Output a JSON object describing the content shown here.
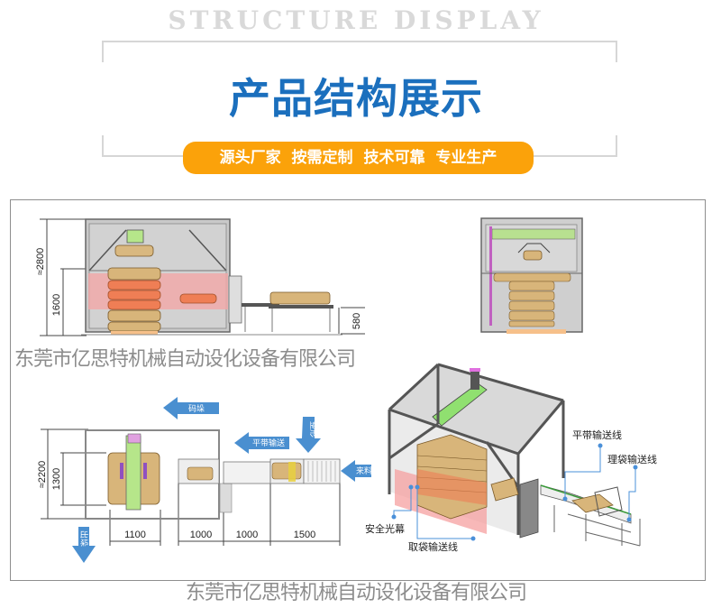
{
  "header": {
    "background_word": "STRUCTURE DISPLAY",
    "title": "产品结构展示",
    "slogan": "源头厂家  按需定制  技术可靠  专业生产",
    "colors": {
      "title": "#1b6fbd",
      "slogan_bg": "#fba20a",
      "bracket": "#d6d6d6"
    }
  },
  "watermark": {
    "line1": "东莞市亿思特机械自动设化设备有限公司",
    "line2": "东莞市亿思特机械自动设化设备有限公司"
  },
  "front_view": {
    "dimensions": {
      "total_height": "≈2800",
      "stack_height": "1600",
      "conveyor_height": "580"
    }
  },
  "top_view": {
    "arrows": {
      "palletizing": "码垛",
      "flat_belt": "平带输送",
      "shaping": "整形",
      "incoming": "来料",
      "stack_out": "出垛"
    },
    "dimensions": {
      "width": "≈2200",
      "pallet_width": "1300",
      "segments": [
        "1100",
        "1000",
        "1000",
        "1500"
      ]
    },
    "colors": {
      "arrow": "#4a8fd0"
    }
  },
  "iso_view": {
    "callouts": {
      "flat_belt_line": "平带输送线",
      "bag_arranging_line": "理袋输送线",
      "safety_light_curtain": "安全光幕",
      "bag_pickup_line": "取袋输送线"
    },
    "colors": {
      "callout_line": "#4a90d9",
      "light_curtain": "#f07a7a",
      "gripper": "#90e070"
    }
  }
}
